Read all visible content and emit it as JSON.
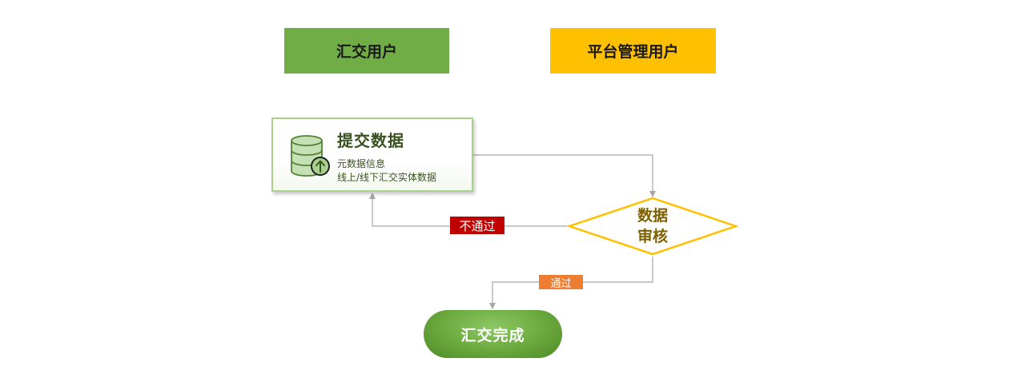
{
  "lanes": {
    "left_label": "汇交用户",
    "right_label": "平台管理用户"
  },
  "submit": {
    "title": "提交数据",
    "line1": "元数据信息",
    "line2": "线上/线下汇交实体数据"
  },
  "review": {
    "line1": "数据",
    "line2": "审核"
  },
  "edges": {
    "reject_label": "不通过",
    "pass_label": "通过"
  },
  "done": {
    "label": "汇交完成"
  },
  "icons": {
    "database": "database-upload-icon"
  },
  "colors": {
    "lane_left": "#70ad47",
    "lane_right": "#ffc000",
    "reject": "#c00000",
    "pass": "#ed7d31",
    "diamond_border": "#ffc000",
    "done": "#6aa83d"
  }
}
